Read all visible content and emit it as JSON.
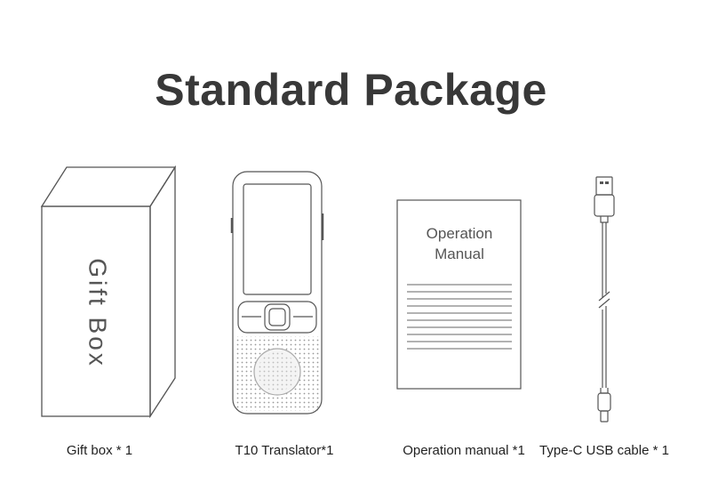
{
  "heading": "Standard Package",
  "items": [
    {
      "caption": "Gift box * 1",
      "artwork_text": "Gift Box"
    },
    {
      "caption": "T10 Translator*1"
    },
    {
      "caption": "Operation manual *1",
      "artwork_text_line1": "Operation",
      "artwork_text_line2": "Manual"
    },
    {
      "caption": "Type-C USB cable * 1"
    }
  ],
  "colors": {
    "line": "#555555",
    "title": "#383838",
    "background": "#ffffff"
  }
}
